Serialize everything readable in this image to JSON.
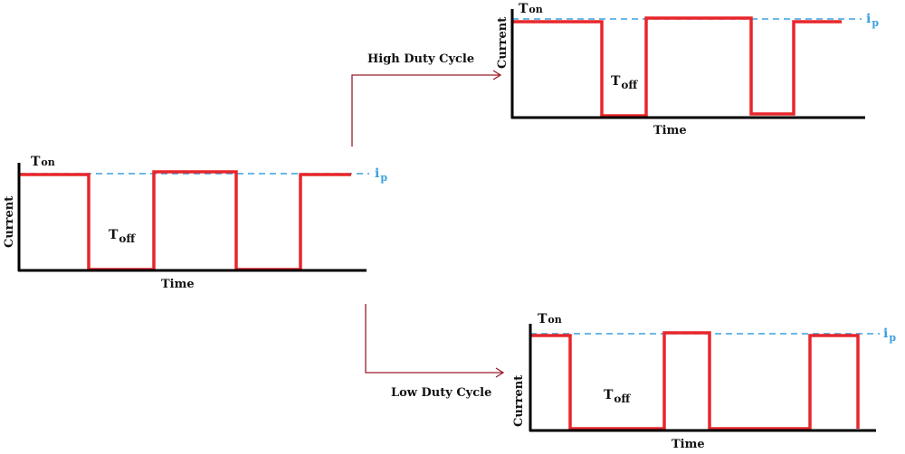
{
  "colors": {
    "pulse": "#e8262b",
    "axis": "#000000",
    "level": "#3aa0de",
    "arrow": "#9b1c2a",
    "label": "#111111"
  },
  "labels": {
    "high_duty": "High Duty Cycle",
    "low_duty": "Low Duty Cycle"
  },
  "charts": [
    {
      "id": "original",
      "ylabel": "Current",
      "xlabel": "Time",
      "ton_main": "T",
      "ton_sub": "on",
      "toff_main": "T",
      "toff_sub": "off",
      "ip_main": "i",
      "ip_sub": "p"
    },
    {
      "id": "high",
      "ylabel": "Current",
      "xlabel": "Time",
      "ton_main": "T",
      "ton_sub": "on",
      "toff_main": "T",
      "toff_sub": "off",
      "ip_main": "i",
      "ip_sub": "p"
    },
    {
      "id": "low",
      "ylabel": "Current",
      "xlabel": "Time",
      "ton_main": "T",
      "ton_sub": "on",
      "toff_main": "T",
      "toff_sub": "off",
      "ip_main": "i",
      "ip_sub": "p"
    }
  ]
}
